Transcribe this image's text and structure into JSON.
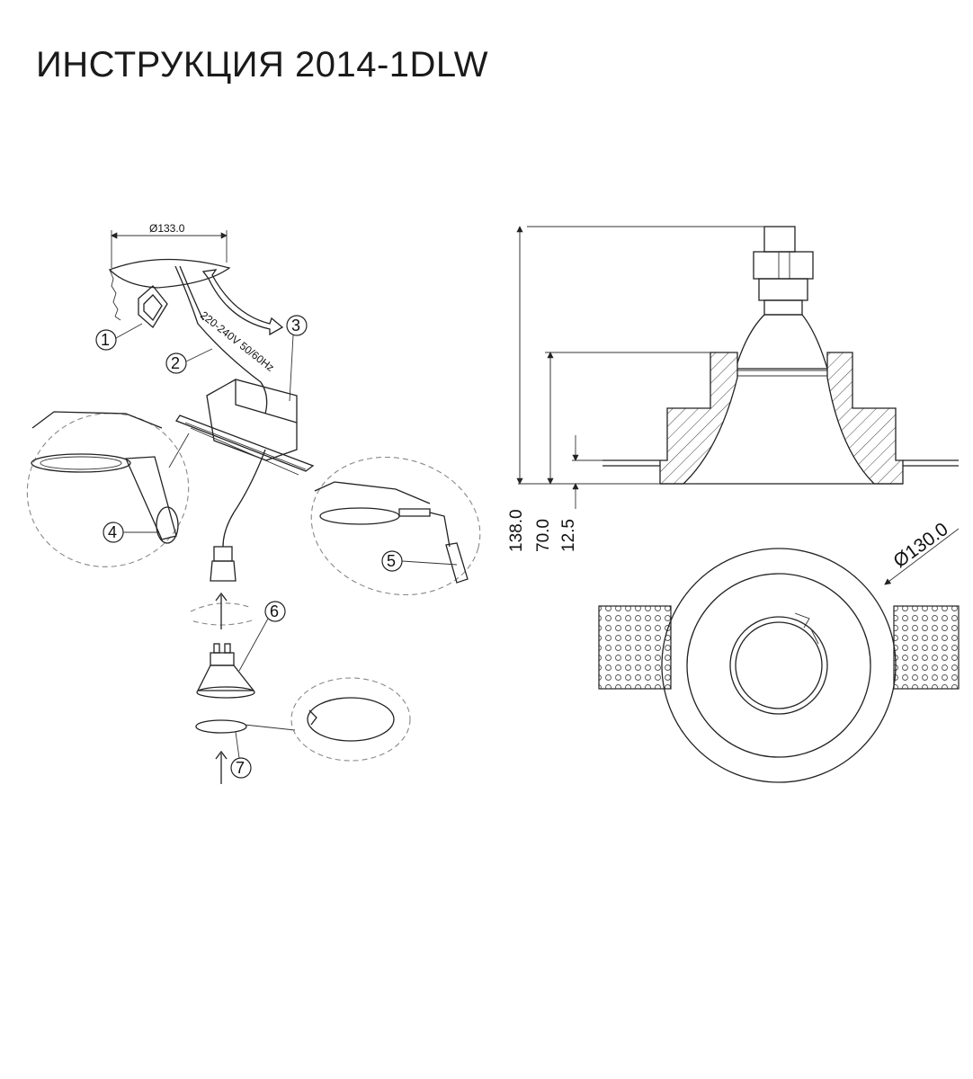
{
  "title": "ИНСТРУКЦИЯ 2014-1DLW",
  "assembly": {
    "diameter_label": "Ø133.0",
    "voltage_label": "220-240V 50/60Hz",
    "callouts": [
      "1",
      "2",
      "3",
      "4",
      "5",
      "6",
      "7"
    ]
  },
  "section": {
    "height_total": "138.0",
    "height_body": "70.0",
    "height_flange": "12.5"
  },
  "plan": {
    "diameter_label": "Ø130.0"
  }
}
